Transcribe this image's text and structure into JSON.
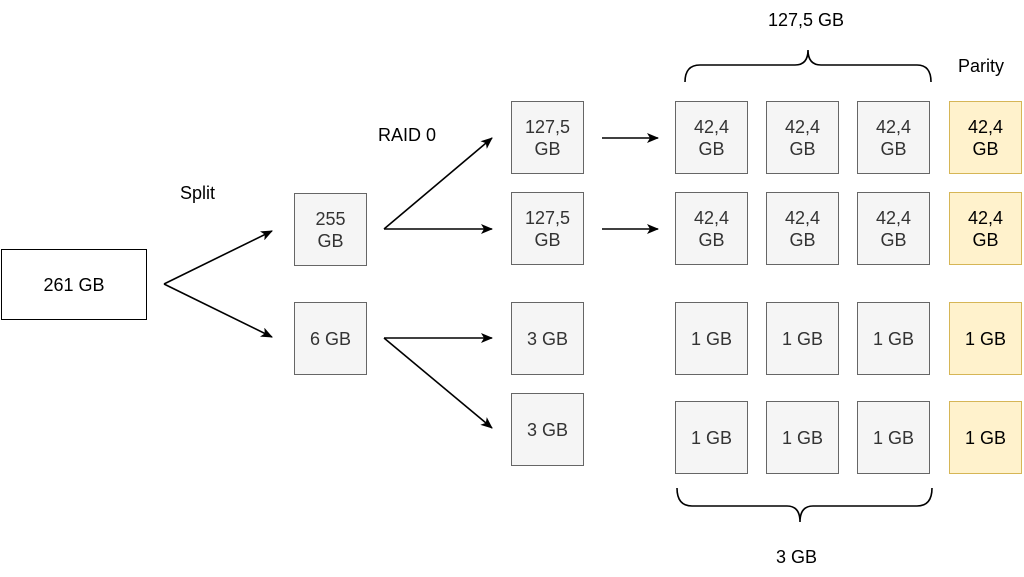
{
  "source": {
    "label": "261 GB"
  },
  "labels": {
    "split": "Split",
    "raid0": "RAID 0",
    "top_brace": "127,5 GB",
    "bottom_brace": "3 GB",
    "parity": "Parity"
  },
  "split_parts": [
    "255\nGB",
    "6 GB"
  ],
  "raid0_parts": [
    "127,5\nGB",
    "127,5\nGB",
    "3 GB",
    "3 GB"
  ],
  "disk_rows": [
    {
      "disks": [
        "42,4\nGB",
        "42,4\nGB",
        "42,4\nGB"
      ],
      "parity": "42,4\nGB"
    },
    {
      "disks": [
        "42,4\nGB",
        "42,4\nGB",
        "42,4\nGB"
      ],
      "parity": "42,4\nGB"
    },
    {
      "disks": [
        "1 GB",
        "1 GB",
        "1 GB"
      ],
      "parity": "1 GB"
    },
    {
      "disks": [
        "1 GB",
        "1 GB",
        "1 GB"
      ],
      "parity": "1 GB"
    }
  ],
  "colors": {
    "box_fill": "#f5f5f5",
    "box_stroke": "#666666",
    "parity_fill": "#fff2cc",
    "parity_stroke": "#d6b656"
  }
}
